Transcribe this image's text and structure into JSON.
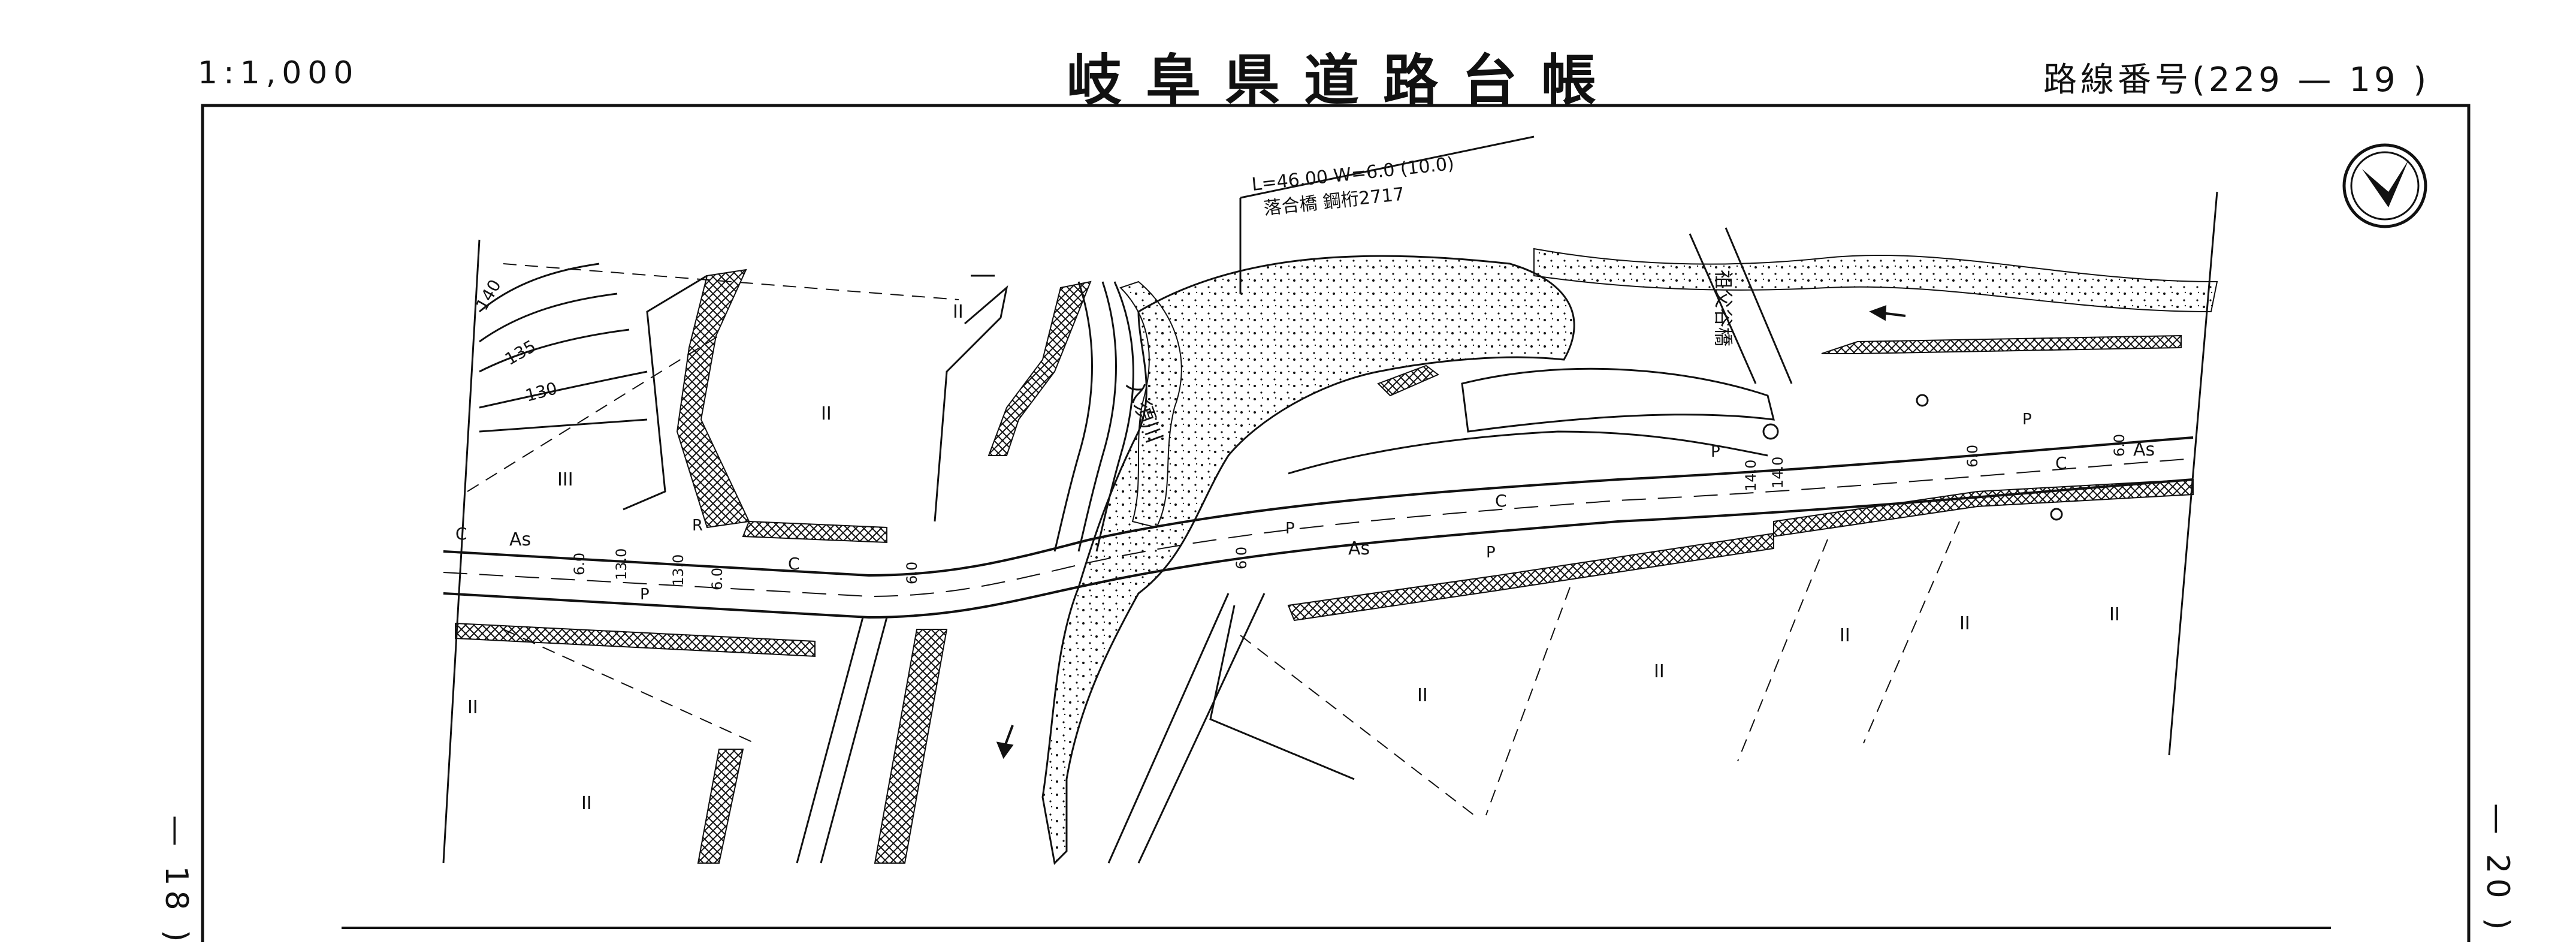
{
  "header": {
    "scale": "1:1,000",
    "title": "岐阜県道路台帳",
    "route_number": "路線番号(229 — 19 )"
  },
  "adjacent_sheets": {
    "left": "— 18 )",
    "right": "— 20 )"
  },
  "bridge_note": {
    "dimensions": "L=46.00 W=6.0 (10.0)",
    "name_type": "落合橋  鋼桁2717"
  },
  "river_name": "入須川",
  "small_bridge_name": "祖父谷橋",
  "contours": [
    "140",
    "135",
    "130"
  ],
  "road_labels": {
    "surface": "As",
    "center": "C",
    "pavement": "P",
    "ramp": "R"
  },
  "width_labels": [
    "6.0",
    "13.0",
    "13.0",
    "6.0",
    "6.0",
    "6.0",
    "14.0",
    "14.0",
    "6.0",
    "6.0"
  ],
  "land_use_symbol": "II",
  "land_use_symbol_alt": "III",
  "north_arrow": "north-arrow-icon",
  "colors": {
    "ink": "#111111",
    "paper": "#ffffff"
  }
}
